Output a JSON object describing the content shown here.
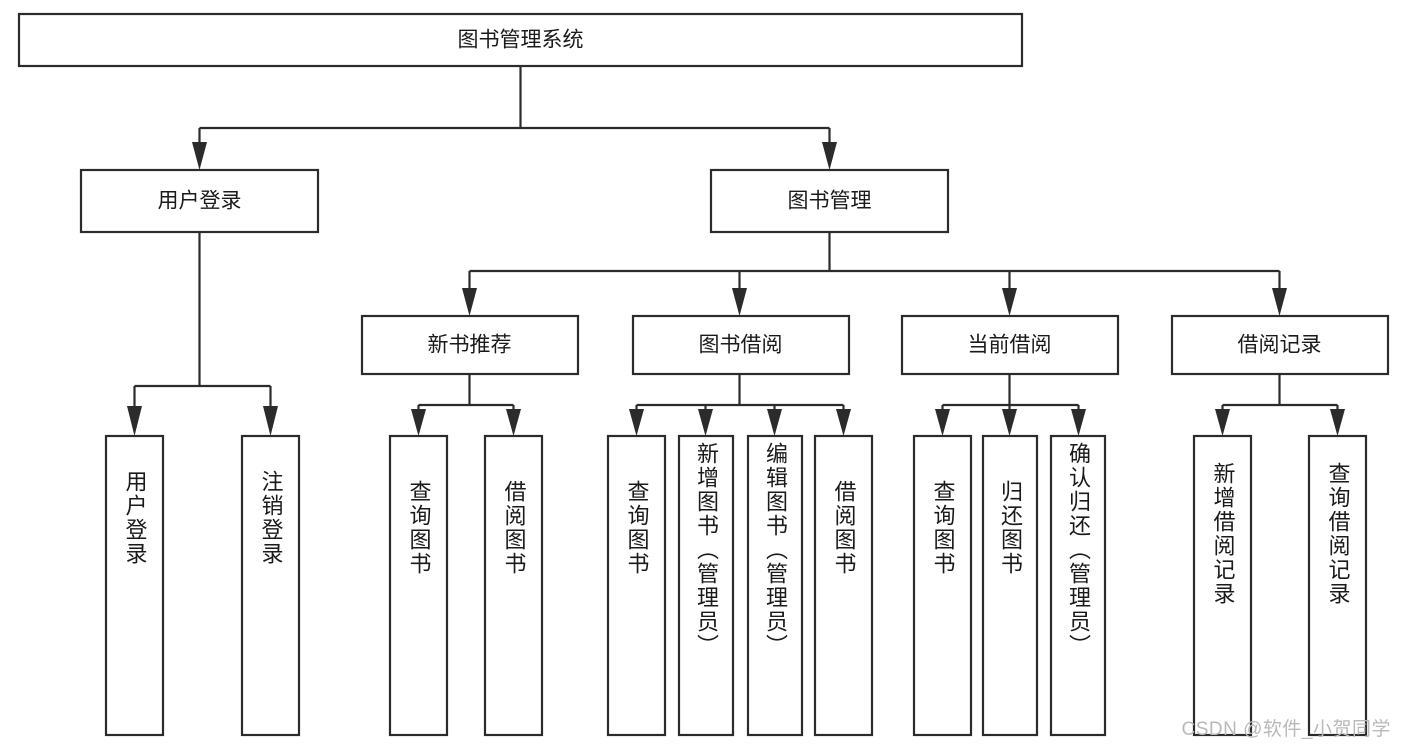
{
  "diagram": {
    "title": "图书管理系统",
    "type": "tree-hierarchy",
    "root": {
      "id": "root",
      "label": "图书管理系统"
    },
    "level2": [
      {
        "id": "user-login",
        "label": "用户登录"
      },
      {
        "id": "book-manage",
        "label": "图书管理"
      }
    ],
    "level3": [
      {
        "id": "new-book-recommend",
        "label": "新书推荐",
        "parent": "book-manage"
      },
      {
        "id": "book-borrow",
        "label": "图书借阅",
        "parent": "book-manage"
      },
      {
        "id": "current-borrow",
        "label": "当前借阅",
        "parent": "book-manage"
      },
      {
        "id": "borrow-record",
        "label": "借阅记录",
        "parent": "book-manage"
      }
    ],
    "leaves": [
      {
        "id": "leaf-user-login",
        "label": "用户登录",
        "parent": "user-login"
      },
      {
        "id": "leaf-logout-login",
        "label": "注销登录",
        "parent": "user-login"
      },
      {
        "id": "leaf-query-book-1",
        "label": "查询图书",
        "parent": "new-book-recommend"
      },
      {
        "id": "leaf-borrow-book-1",
        "label": "借阅图书",
        "parent": "new-book-recommend"
      },
      {
        "id": "leaf-query-book-2",
        "label": "查询图书",
        "parent": "book-borrow"
      },
      {
        "id": "leaf-add-book",
        "label": "新增图书（管理员）",
        "parent": "book-borrow"
      },
      {
        "id": "leaf-edit-book",
        "label": "编辑图书（管理员）",
        "parent": "book-borrow"
      },
      {
        "id": "leaf-borrow-book-2",
        "label": "借阅图书",
        "parent": "book-borrow"
      },
      {
        "id": "leaf-query-book-3",
        "label": "查询图书",
        "parent": "current-borrow"
      },
      {
        "id": "leaf-return-book",
        "label": "归还图书",
        "parent": "current-borrow"
      },
      {
        "id": "leaf-confirm-return",
        "label": "确认归还（管理员）",
        "parent": "current-borrow"
      },
      {
        "id": "leaf-add-record",
        "label": "新增借阅记录",
        "parent": "borrow-record"
      },
      {
        "id": "leaf-query-record",
        "label": "查询借阅记录",
        "parent": "borrow-record"
      }
    ]
  },
  "watermark": {
    "text": "CSDN @软件_小贺同学"
  },
  "colors": {
    "stroke": "#2b2b2b",
    "fill": "#ffffff",
    "text": "#1a1a1a",
    "watermark": "#b9b9b9",
    "background": "#ffffff"
  }
}
